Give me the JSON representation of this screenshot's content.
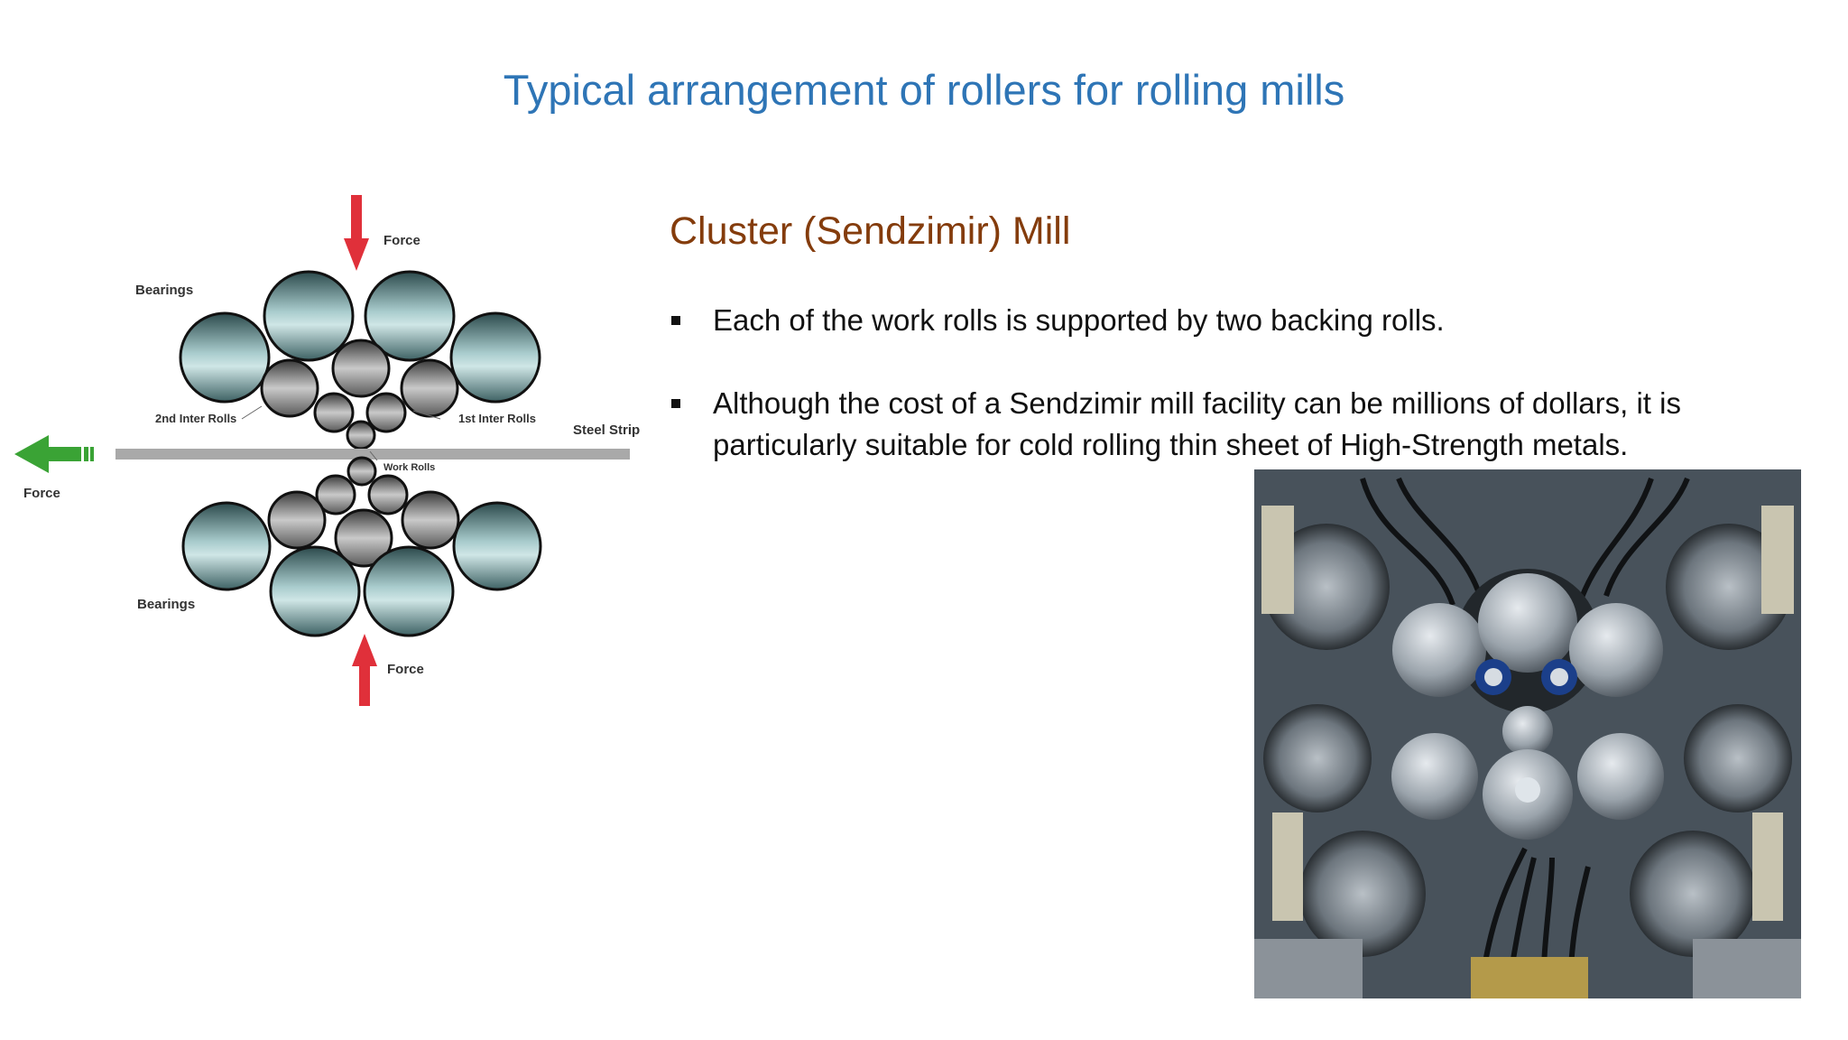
{
  "slide": {
    "title": "Typical arrangement of rollers for rolling mills",
    "subheading": "Cluster (Sendzimir) Mill",
    "bullets": [
      "Each of the work rolls is supported by two backing rolls.",
      "Although the cost of a Sendzimir mill facility can be millions of dollars, it is particularly suitable for cold rolling thin sheet of High-Strength metals."
    ]
  },
  "diagram": {
    "labels": {
      "force_top": "Force",
      "bearings_top": "Bearings",
      "inter_rolls_2nd": "2nd Inter Rolls",
      "inter_rolls_1st": "1st Inter Rolls",
      "steel_strip": "Steel Strip",
      "work_rolls": "Work Rolls",
      "force_left": "Force",
      "bearings_bottom": "Bearings",
      "force_bottom": "Force"
    },
    "colors": {
      "bearing_fill": "#6f9a9c",
      "roll_fill": "#8c8c8c",
      "force_arrow": "#e0303a",
      "strip_arrow": "#3aa335",
      "strip": "#a9a9a9"
    }
  },
  "photo": {
    "subject": "sendzimir-mill-machinery-photo"
  }
}
